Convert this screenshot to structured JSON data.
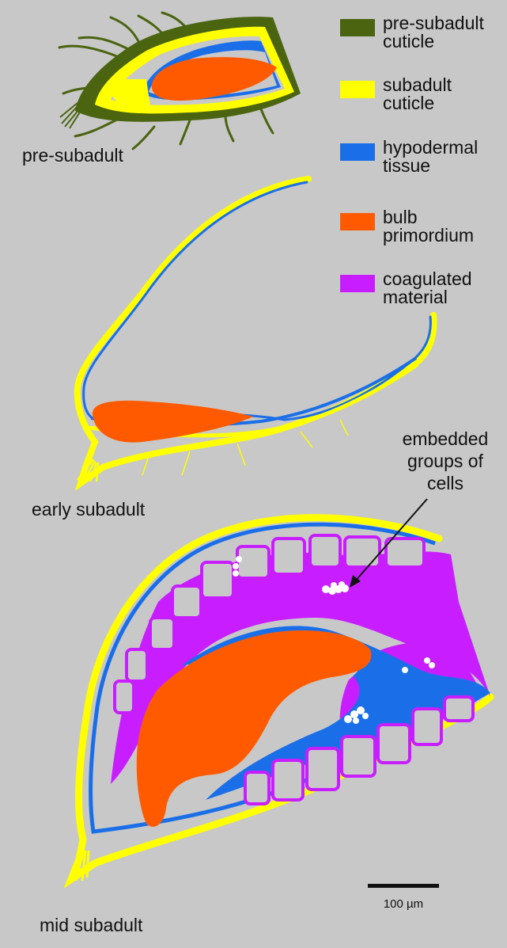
{
  "colors": {
    "background": "#c8c8c8",
    "pre_subadult_cuticle": "#4a6410",
    "subadult_cuticle": "#ffff00",
    "hypodermal_tissue": "#1a6fe8",
    "bulb_primordium": "#ff5a00",
    "coagulated_material": "#c81eff",
    "cells": "#ffffff"
  },
  "legend": [
    {
      "label": "pre-subadult\ncuticle",
      "color": "#4a6410",
      "swatch_icon": "dark-green-swatch"
    },
    {
      "label": "subadult\ncuticle",
      "color": "#ffff00",
      "swatch_icon": "yellow-swatch"
    },
    {
      "label": "hypodermal\ntissue",
      "color": "#1a6fe8",
      "swatch_icon": "blue-swatch"
    },
    {
      "label": "bulb\nprimordium",
      "color": "#ff5a00",
      "swatch_icon": "orange-swatch"
    },
    {
      "label": "coagulated\nmaterial",
      "color": "#c81eff",
      "swatch_icon": "purple-swatch"
    }
  ],
  "stages": {
    "pre_subadult": "pre-subadult",
    "early_subadult": "early subadult",
    "mid_subadult": "mid subadult"
  },
  "annotation": "embedded\ngroups of\ncells",
  "scale_bar": {
    "label": "100 µm"
  }
}
